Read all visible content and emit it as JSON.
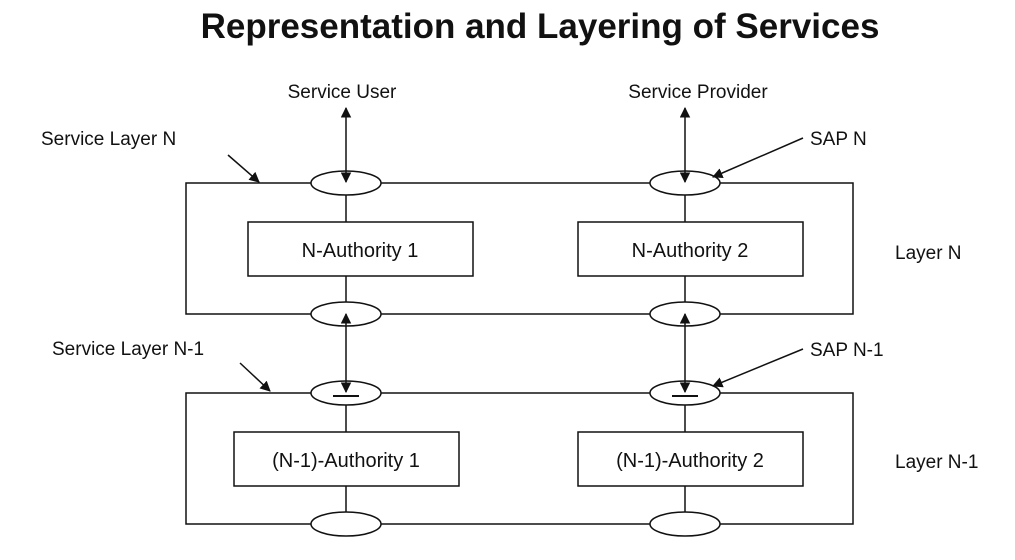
{
  "title": "Representation and Layering of Services",
  "labels": {
    "service_user": "Service User",
    "service_provider": "Service Provider",
    "service_layer_n": "Service Layer N",
    "sap_n": "SAP N",
    "layer_n": "Layer N",
    "service_layer_n1": "Service Layer N-1",
    "sap_n1": "SAP N-1",
    "layer_n1": "Layer N-1"
  },
  "boxes": {
    "n_authority_1": "N-Authority 1",
    "n_authority_2": "N-Authority 2",
    "n1_authority_1": "(N-1)-Authority 1",
    "n1_authority_2": "(N-1)-Authority 2"
  },
  "colors": {
    "stroke": "#111111",
    "background": "#ffffff"
  }
}
